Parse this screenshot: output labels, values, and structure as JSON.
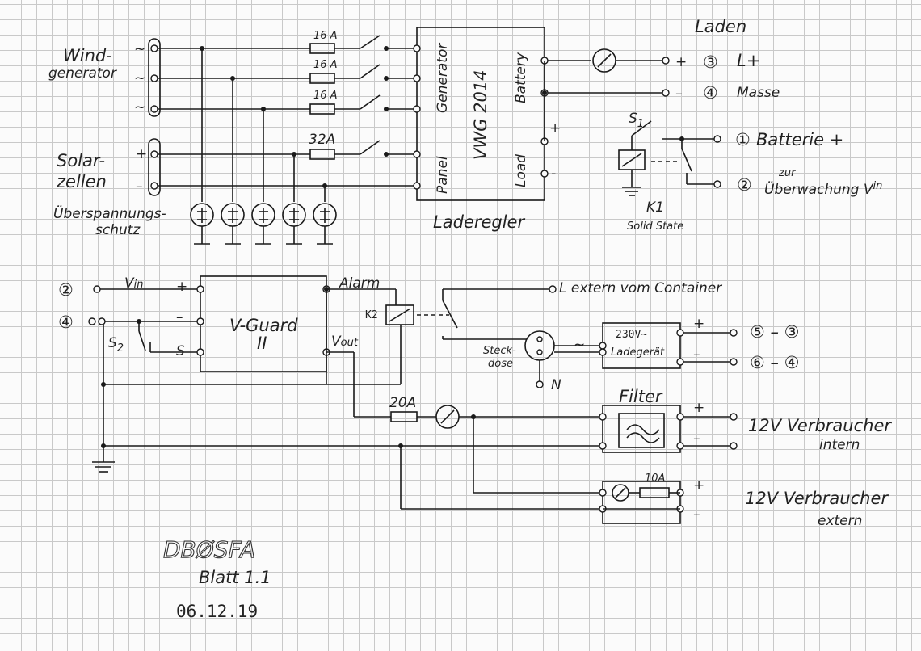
{
  "sources": {
    "wind": [
      "Wind-",
      "generator"
    ],
    "solar": [
      "Solar-",
      "zellen"
    ],
    "surge": [
      "Überspannungs-",
      "schutz"
    ]
  },
  "fuses": {
    "f1": "16 A",
    "f2": "16 A",
    "f3": "16 A",
    "f4": "32A",
    "f5": "20A",
    "f6": "10A"
  },
  "controller": {
    "model": "VWG 2014",
    "generator": "Generator",
    "panel": "Panel",
    "battery": "Battery",
    "load": "Load",
    "caption": "Laderegler"
  },
  "charge": {
    "title": "Laden",
    "t3": "③",
    "t3_label": "L+",
    "t4": "④",
    "t4_label": "Masse"
  },
  "relay1": {
    "switch": "S",
    "switch_sub": "1",
    "name": "K1",
    "type": "Solid State",
    "t1": "①",
    "t1_label": "Batterie +",
    "t2": "②",
    "t2_label_top": "zur",
    "t2_label": "Überwachung V",
    "t2_label_sub": "in"
  },
  "vguard": {
    "name": "V-Guard",
    "roman": "II",
    "in_term": "②",
    "vin": "V",
    "vin_sub": "in",
    "plus": "+",
    "minus": "–",
    "s": "S",
    "gnd_term": "④",
    "switch": "S",
    "switch_sub": "2",
    "alarm": "Alarm",
    "vout": "V",
    "vout_sub": "out",
    "relay": "K2"
  },
  "mains": {
    "l_label": "L extern vom Container",
    "socket": [
      "Steck-",
      "dose"
    ],
    "n": "N",
    "charger": [
      "230V~",
      "Ladegerät"
    ],
    "tilde": "~",
    "out_plus": "⑤ – ③",
    "out_minus": "⑥ – ④"
  },
  "loads": {
    "filter": "Filter",
    "internal": [
      "12V Verbraucher",
      "intern"
    ],
    "external": [
      "12V Verbraucher",
      "extern"
    ]
  },
  "signature": {
    "call": "DBØSFA",
    "sheet": "Blatt 1.1",
    "date": "06.12.19"
  }
}
